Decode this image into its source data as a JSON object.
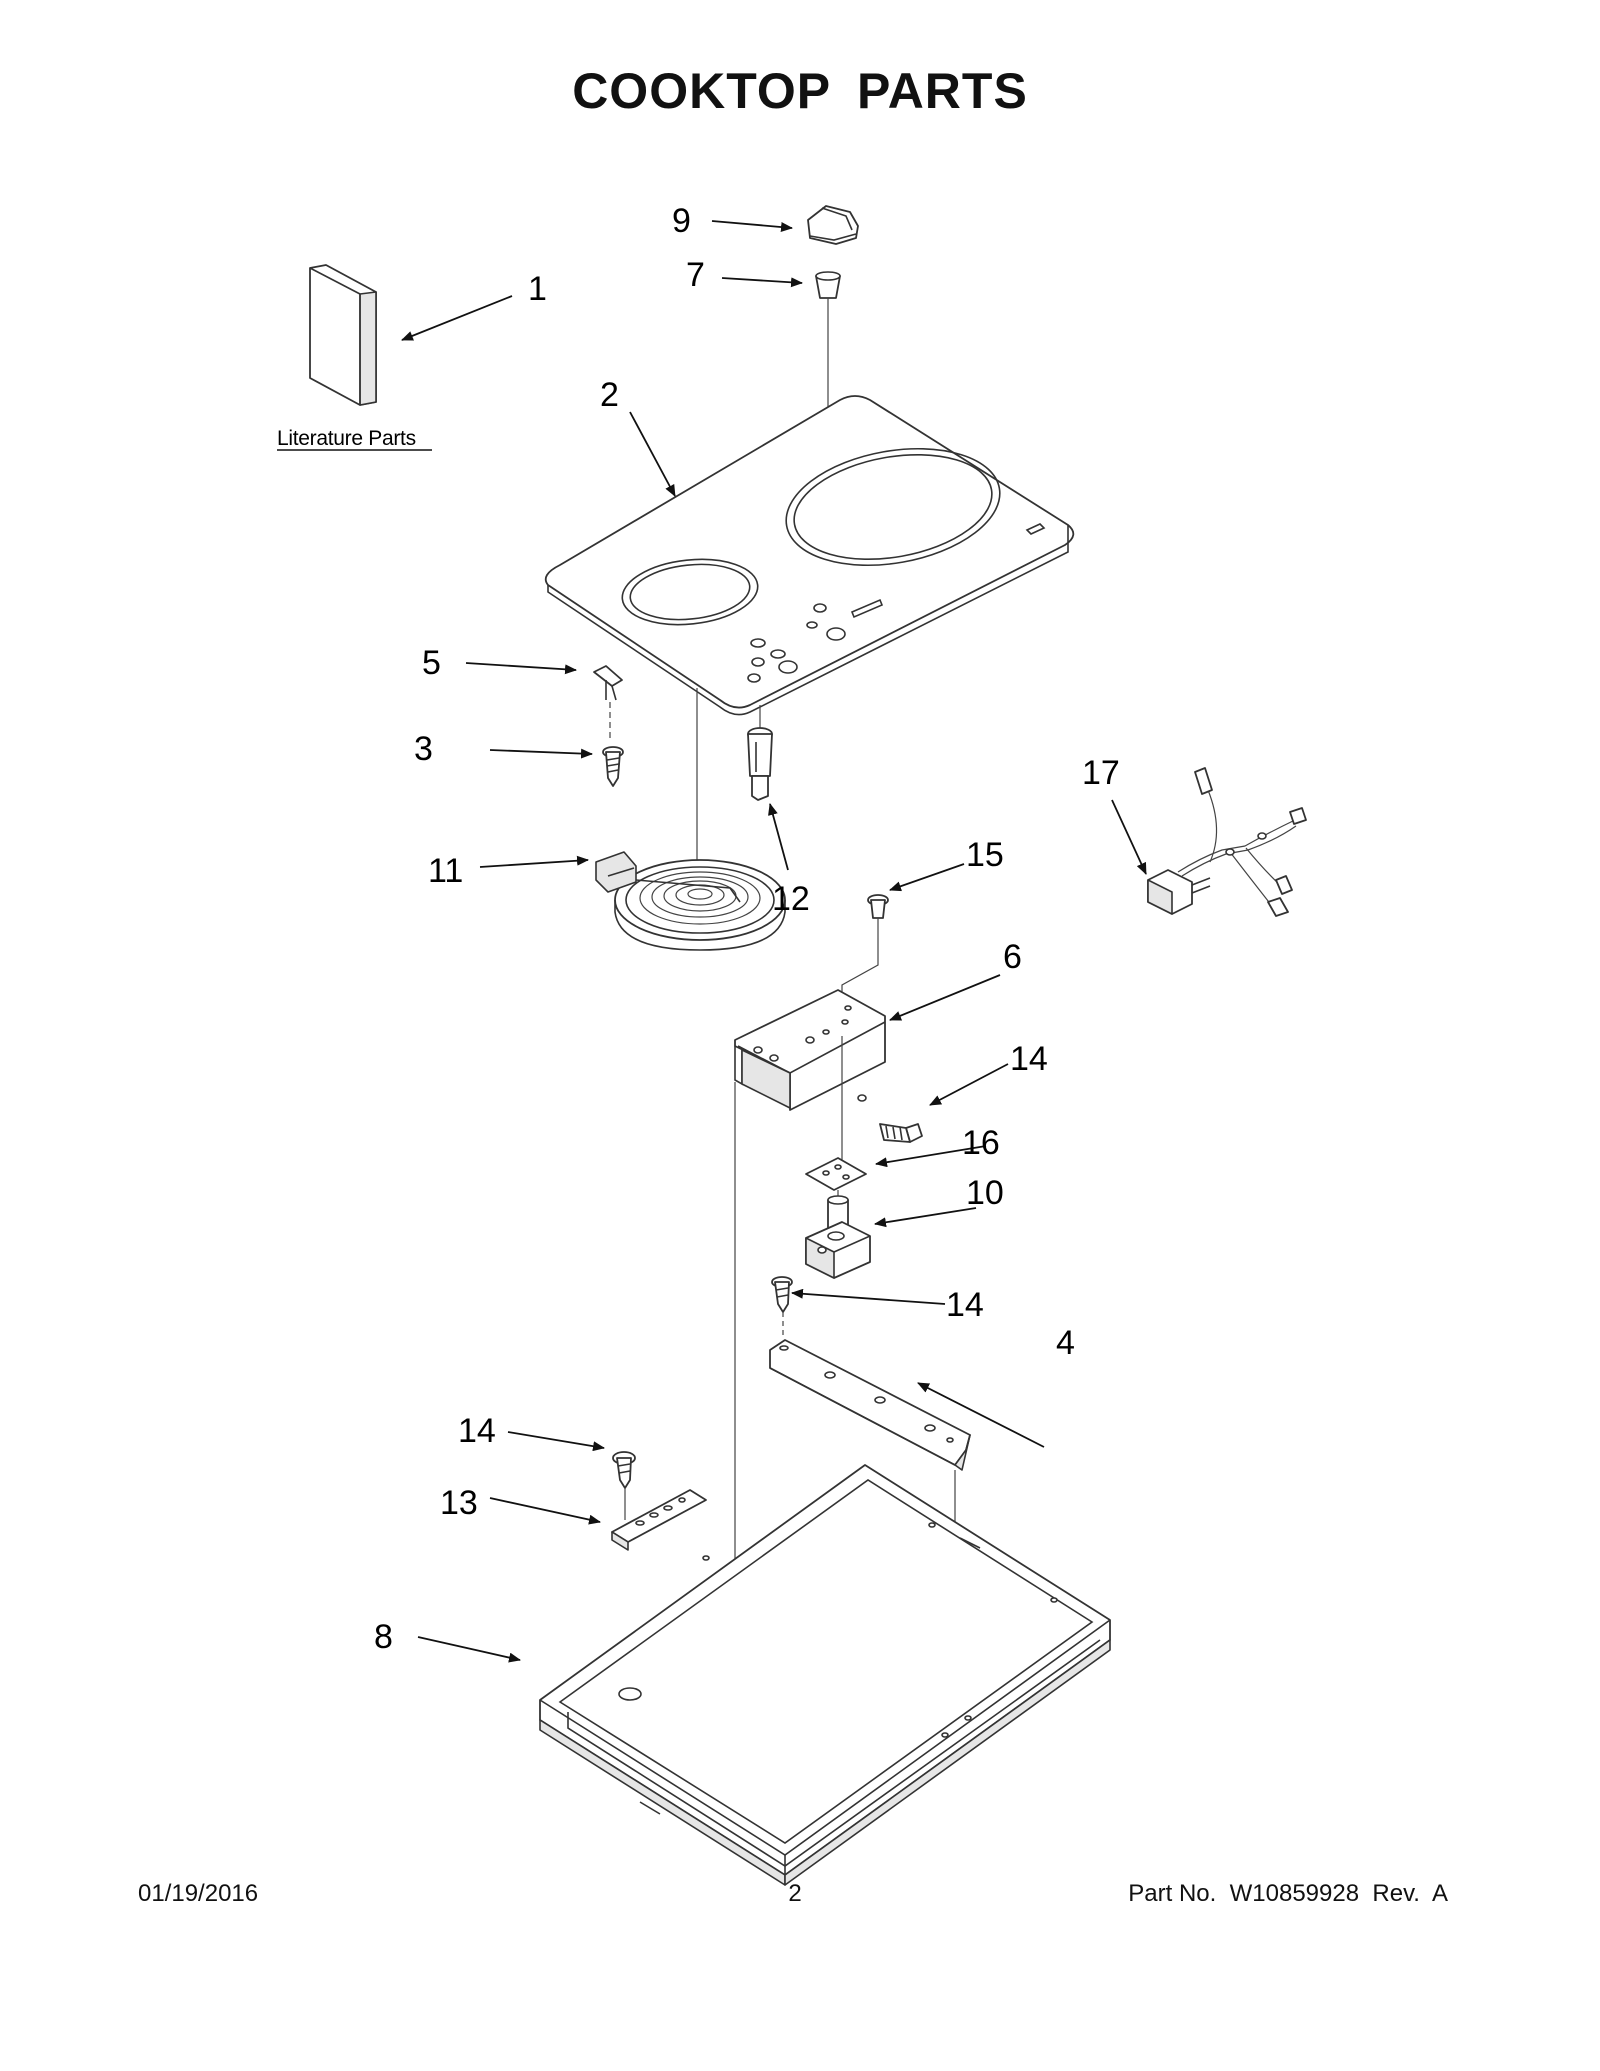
{
  "title": "COOKTOP  PARTS",
  "literature_label": "Literature Parts",
  "callouts": [
    "1",
    "2",
    "3",
    "4",
    "5",
    "6",
    "7",
    "8",
    "9",
    "10",
    "11",
    "12",
    "13",
    "14",
    "14",
    "14",
    "15",
    "16",
    "17"
  ],
  "footer": {
    "date": "01/19/2016",
    "page": "2",
    "part_number": "Part No.  W10859928  Rev.  A"
  }
}
